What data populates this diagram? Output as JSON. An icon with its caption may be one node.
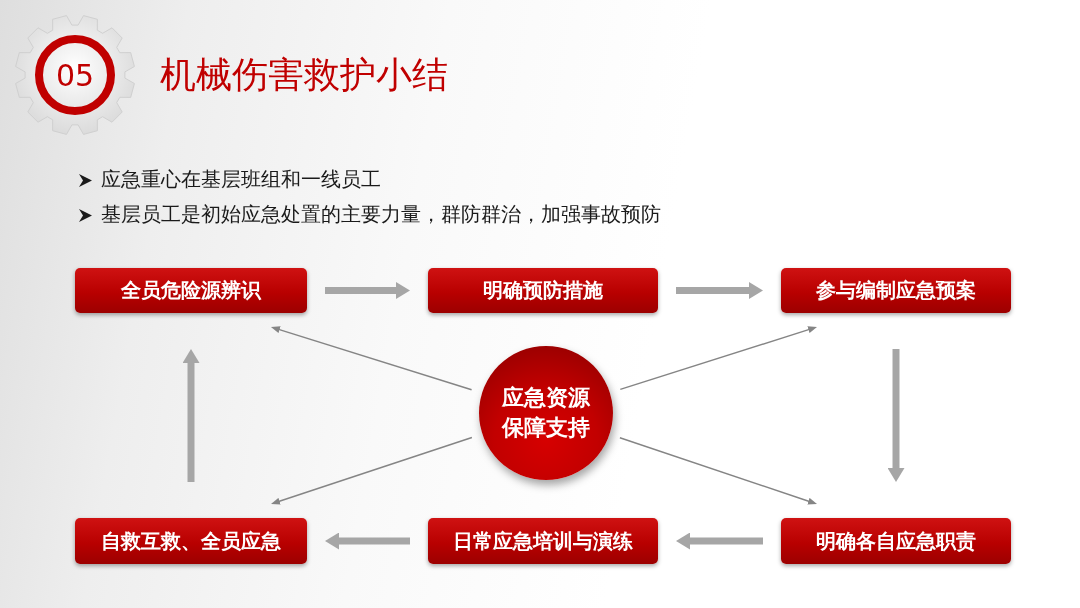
{
  "diagram": {
    "title": "机械伤害救护小结",
    "nodes": [
      {
        "text": [
          "全员危险源辨识"
        ]
      },
      {
        "text": [
          "明确预防措施"
        ]
      },
      {
        "text": [
          "参与编制应急预案"
        ]
      },
      {
        "text": [
          "应急资源保障支持"
        ]
      },
      {
        "text": [
          "自救互救、全员应急"
        ]
      },
      {
        "text": [
          "日常应急培训与演练"
        ]
      },
      {
        "text": [
          "明确各自应急职责"
        ]
      }
    ],
    "edges": [
      {
        "from": 0,
        "to": 1,
        "arrow": "to"
      },
      {
        "from": 1,
        "to": 2,
        "arrow": "to"
      },
      {
        "from": 2,
        "to": 6,
        "arrow": "to"
      },
      {
        "from": 6,
        "to": 5,
        "arrow": "to"
      },
      {
        "from": 5,
        "to": 4,
        "arrow": "to"
      },
      {
        "from": 4,
        "to": 0,
        "arrow": "to"
      },
      {
        "from": 3,
        "to": 0,
        "arrow": "to",
        "color": "#858585"
      },
      {
        "from": 3,
        "to": 2,
        "arrow": "to",
        "color": "#858585"
      },
      {
        "from": 3,
        "to": 4,
        "arrow": "to",
        "color": "#858585"
      },
      {
        "from": 3,
        "to": 6,
        "arrow": "to",
        "color": "#858585"
      }
    ],
    "labels": [
      "05",
      "应急重心在基层班组和一线员工",
      "基层员工是初始应急处置的主要力量，群防群治，加强事故预防"
    ]
  }
}
